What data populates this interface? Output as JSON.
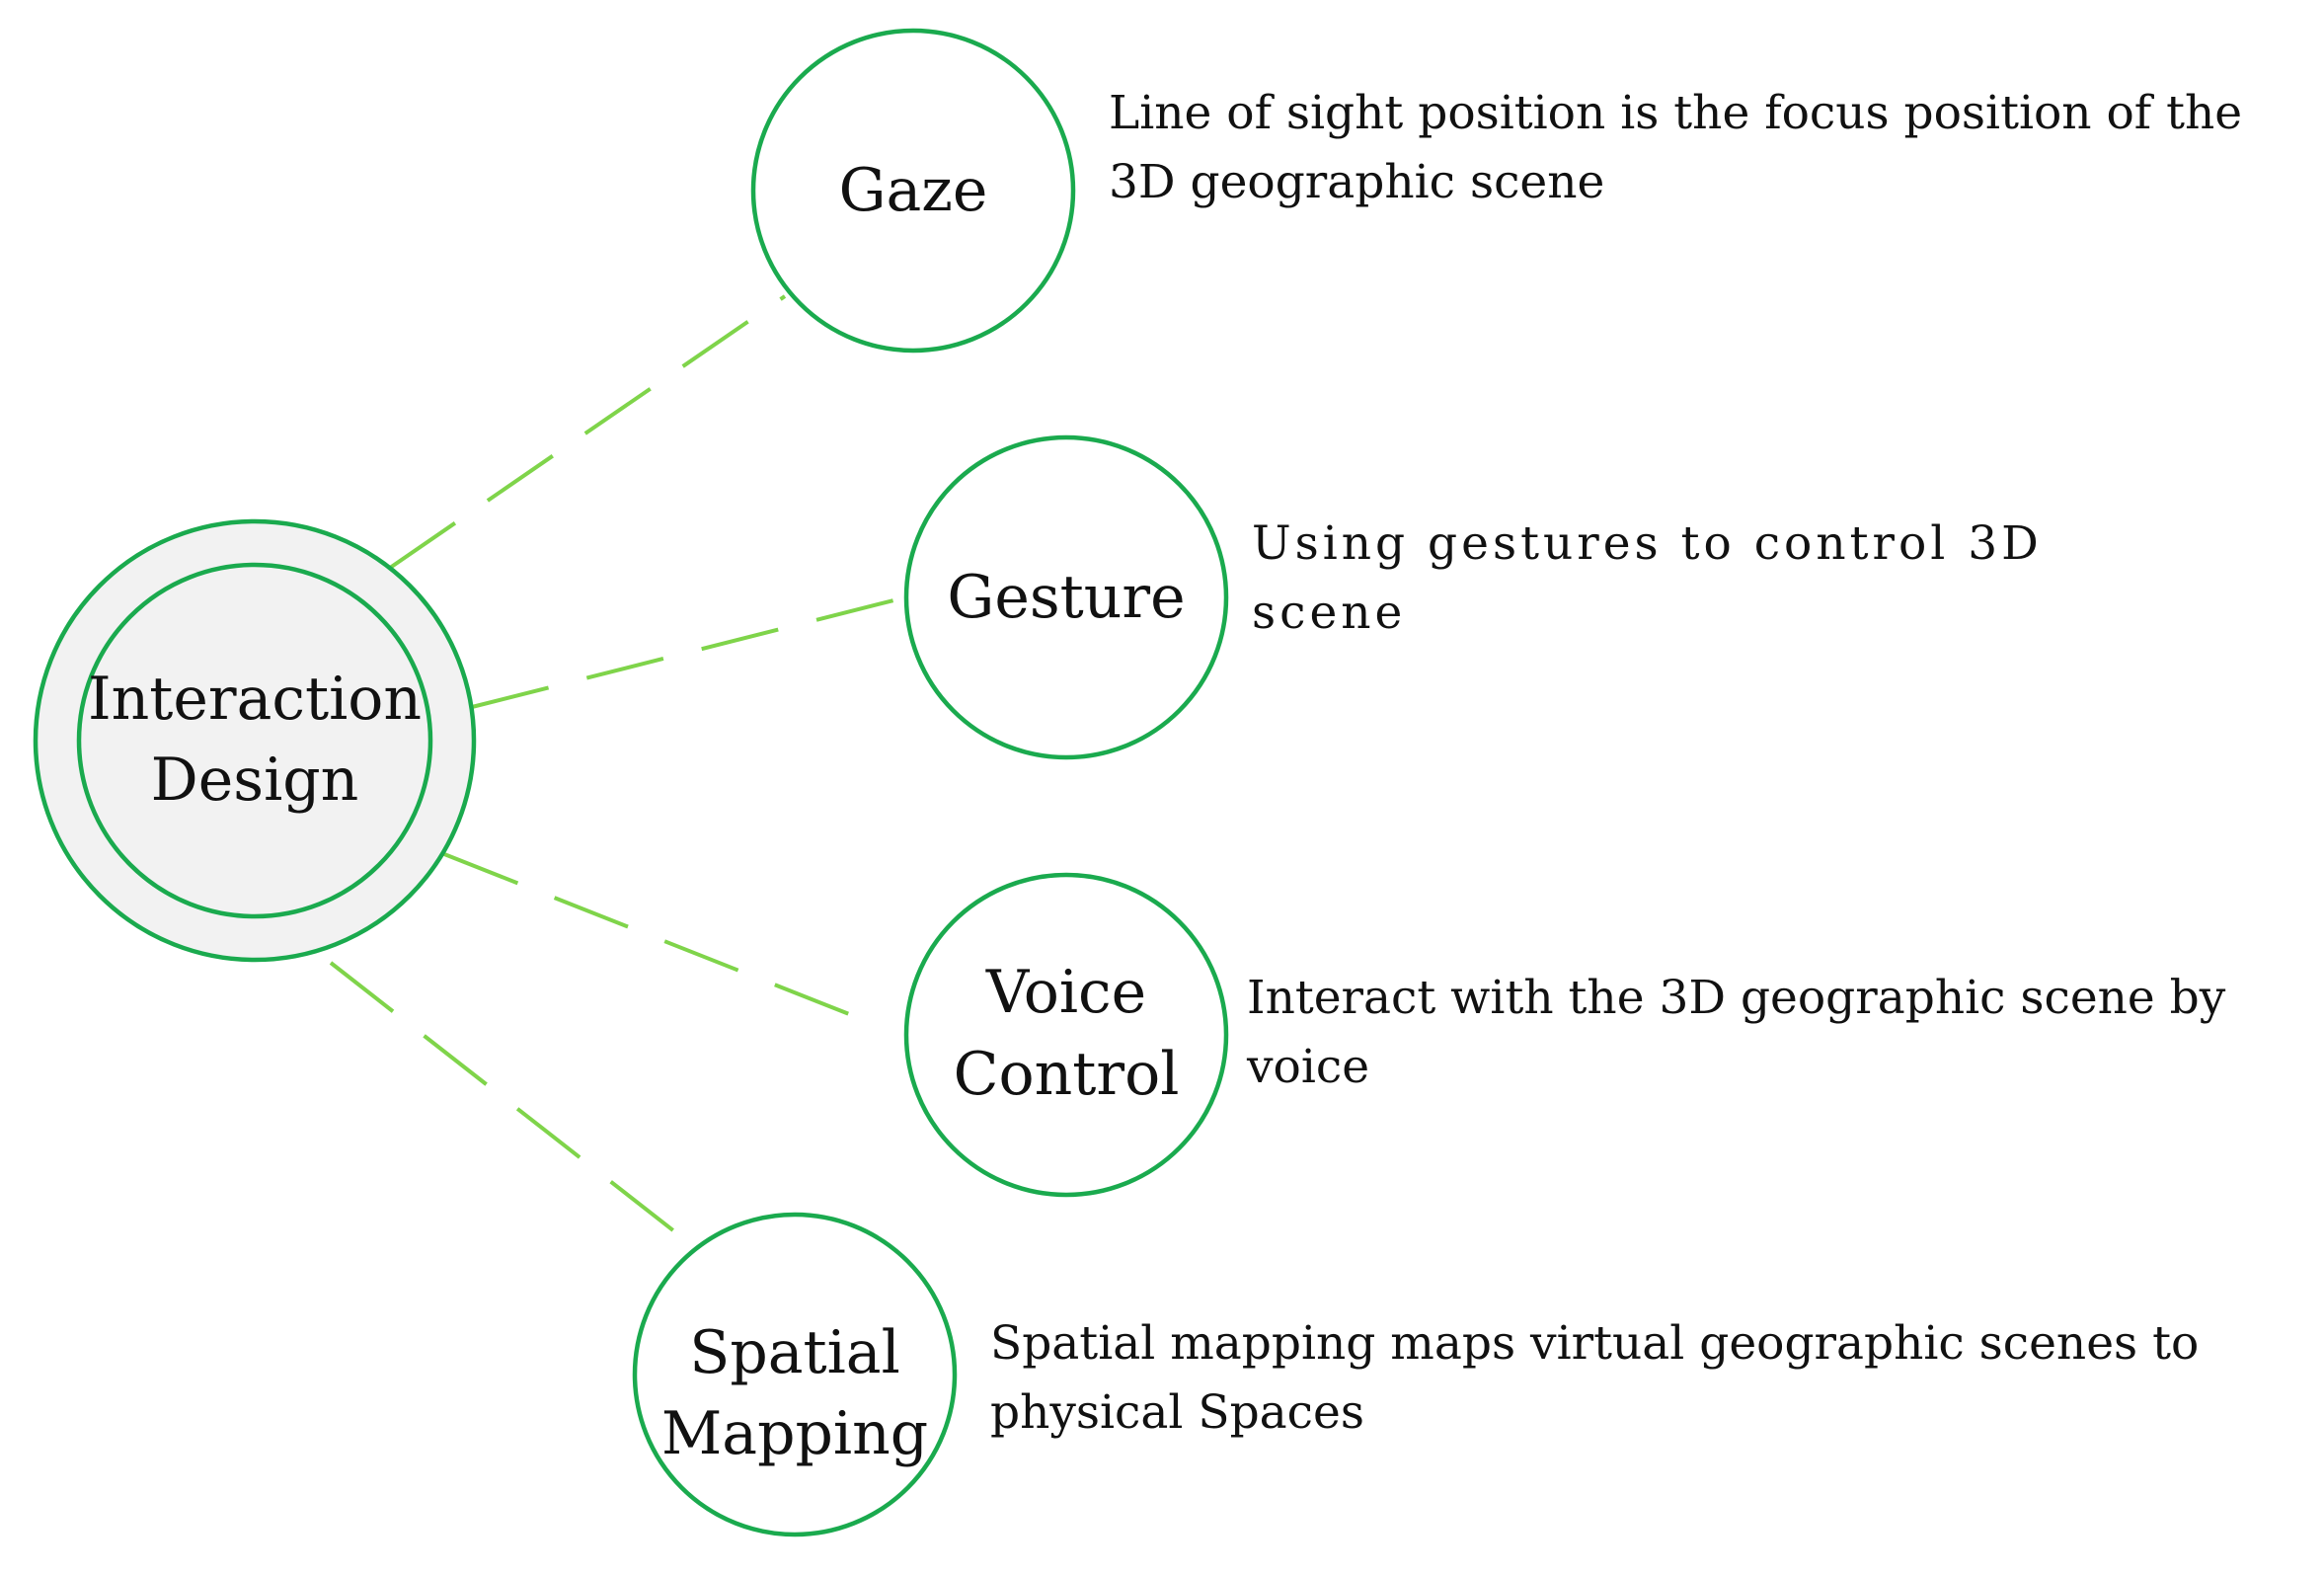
{
  "colors": {
    "circle_stroke": "#1aaa4e",
    "connector": "#7fd44a",
    "center_fill": "#f2f2f2",
    "node_fill": "#ffffff",
    "text": "#111111"
  },
  "center": {
    "label_line1": "Interaction",
    "label_line2": "Design"
  },
  "nodes": [
    {
      "label_line1": "Gaze",
      "label_line2": "",
      "description": "Line of sight position is the focus position of the 3D geographic scene"
    },
    {
      "label_line1": "Gesture",
      "label_line2": "",
      "description": "Using gestures to control 3D scene"
    },
    {
      "label_line1": "Voice",
      "label_line2": "Control",
      "description": "Interact with the 3D geographic scene by voice"
    },
    {
      "label_line1": "Spatial",
      "label_line2": "Mapping",
      "description": "Spatial mapping maps virtual geographic scenes to physical Spaces"
    }
  ]
}
